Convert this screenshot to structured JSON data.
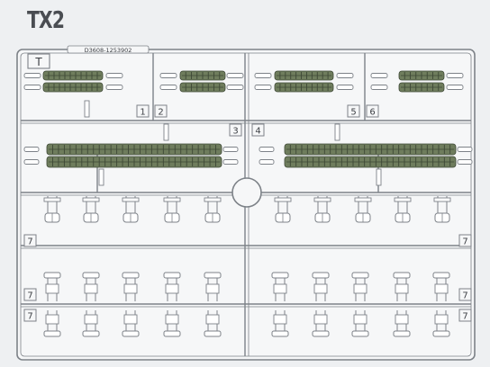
{
  "sheet": {
    "title": "TX2",
    "sprue_letter": "T",
    "part_code": "D3608-1253902",
    "colors": {
      "background": "#eef0f2",
      "frame": "#7d8288",
      "frame_fill": "#f6f7f8",
      "track_fill": "#6f7d5d",
      "track_stroke": "#3e4836",
      "part_fill": "#ffffff",
      "label_text": "#3c3f44"
    }
  },
  "part_numbers": [
    {
      "id": "1",
      "text": "1"
    },
    {
      "id": "2",
      "text": "2"
    },
    {
      "id": "3",
      "text": "3"
    },
    {
      "id": "4",
      "text": "4"
    },
    {
      "id": "5",
      "text": "5"
    },
    {
      "id": "6",
      "text": "6"
    },
    {
      "id": "7a",
      "text": "7"
    },
    {
      "id": "7b",
      "text": "7"
    },
    {
      "id": "7c",
      "text": "7"
    },
    {
      "id": "7d",
      "text": "7"
    },
    {
      "id": "7e",
      "text": "7"
    },
    {
      "id": "7f",
      "text": "7"
    }
  ]
}
